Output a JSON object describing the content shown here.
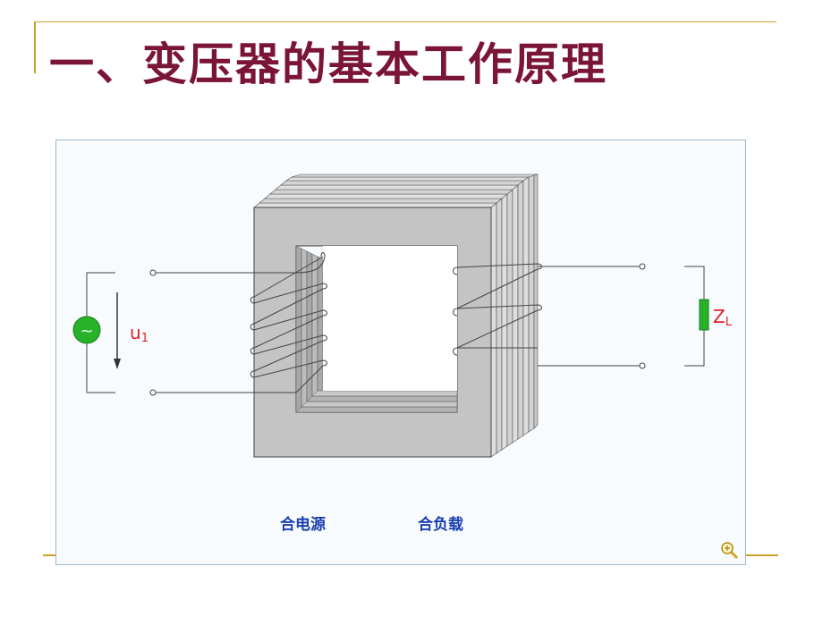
{
  "slide": {
    "title": "一、变压器的基本工作原理",
    "accent_color": "#c9a227",
    "title_color": "#7a1535"
  },
  "diagram": {
    "source_symbol": "~",
    "voltage_label": "u",
    "voltage_subscript": "1",
    "load_label": "Z",
    "load_subscript": "L",
    "core_color": "#c4c4c4",
    "source_color": "#27b227",
    "load_color": "#27b227",
    "label_color": "#e02020"
  },
  "controls": {
    "connect_source_label": "合电源",
    "connect_load_label": "合负载",
    "zoom_icon": "zoom-in-icon"
  }
}
